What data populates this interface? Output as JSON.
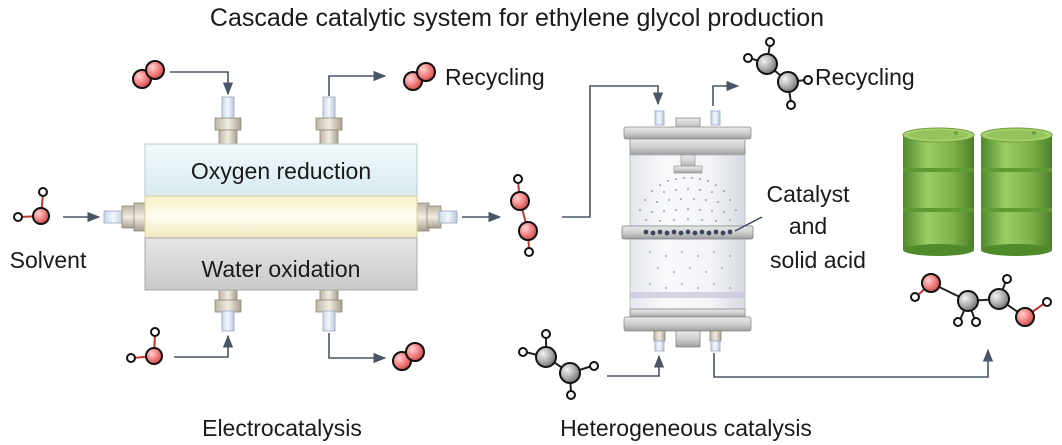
{
  "title": "Cascade catalytic system for ethylene glycol production",
  "electrocatalysis": {
    "section_label": "Electrocatalysis",
    "top_chamber_label": "Oxygen reduction",
    "bottom_chamber_label": "Water oxidation",
    "solvent_label": "Solvent",
    "recycling_label": "Recycling"
  },
  "heterogeneous": {
    "section_label": "Heterogeneous catalysis",
    "recycling_label": "Recycling",
    "catalyst_label": [
      "Catalyst",
      "and",
      "solid acid"
    ]
  },
  "colors": {
    "oxygen_atom": "#f07a7a",
    "carbon_atom": "#a9a9a9",
    "hydrogen_atom": "#ffffff",
    "bond": "#c0392b",
    "arrow": "#4a5566",
    "top_chamber": "#e6f3f7",
    "bottom_chamber": "#d9d9d9",
    "membrane": "#fbf7d6",
    "barrel": "#7fb24a"
  }
}
